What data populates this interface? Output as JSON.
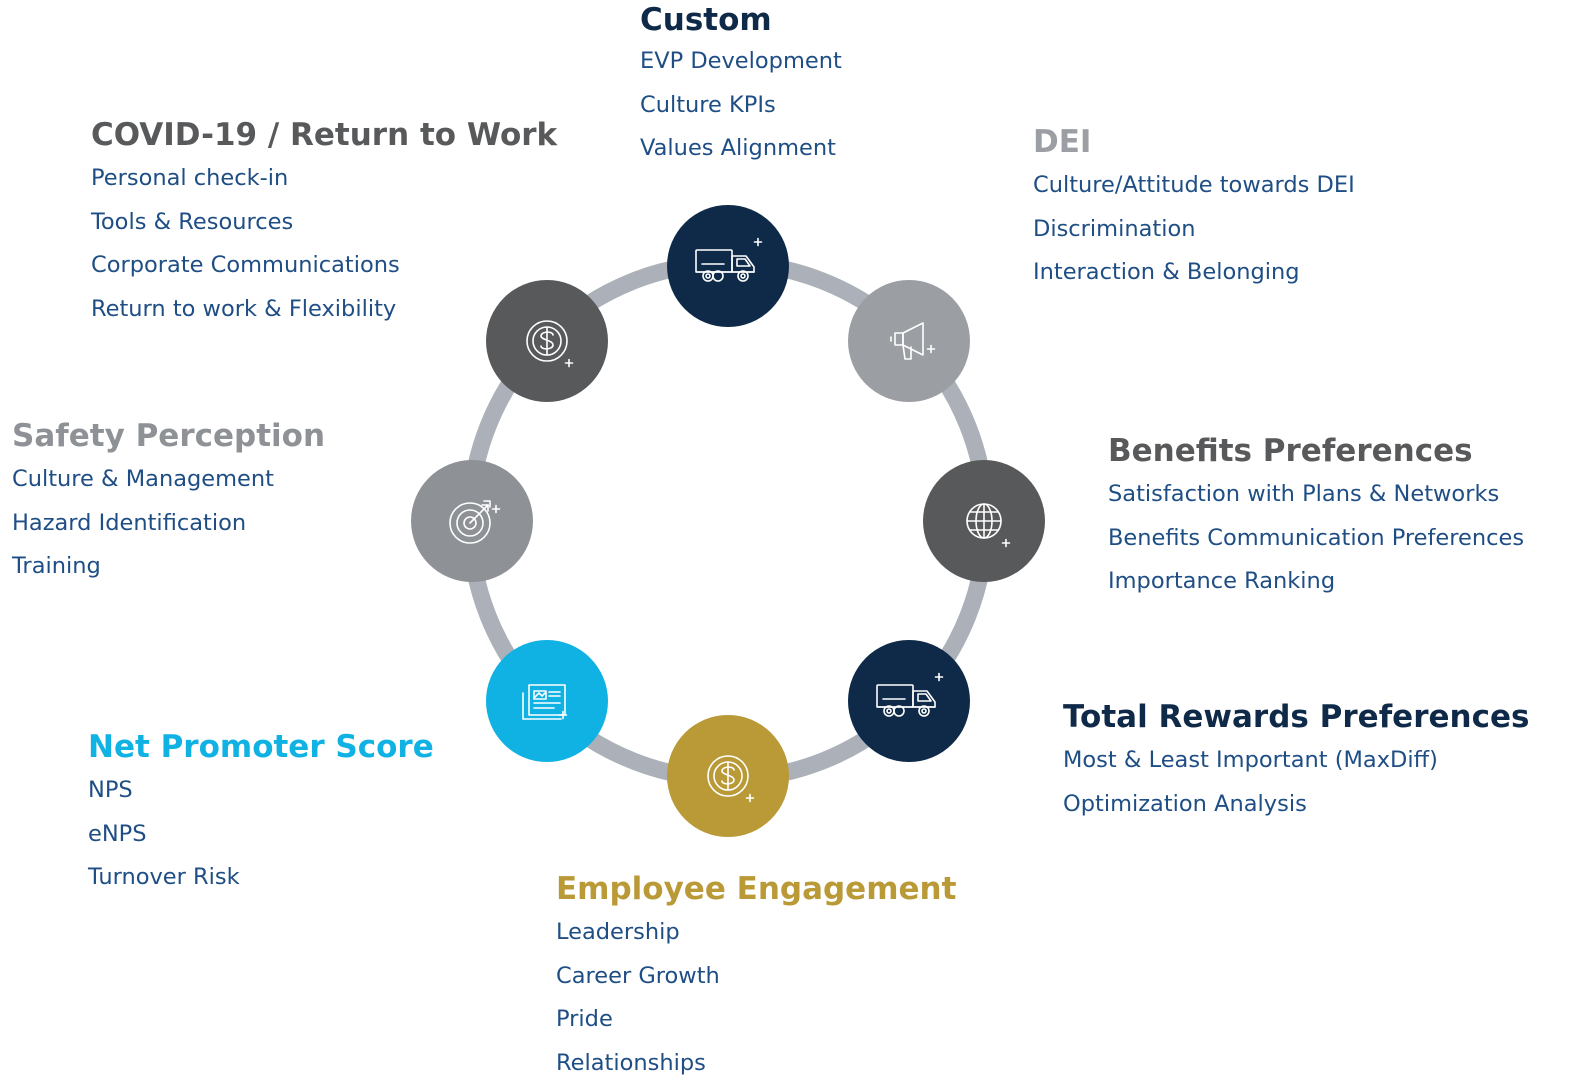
{
  "colors": {
    "ring": "#acb0b8",
    "navy": "#0f2a48",
    "dark_gray": "#58595b",
    "mid_gray": "#8e9196",
    "light_gray": "#9b9ea3",
    "cyan": "#0fb2e3",
    "gold": "#b99a37",
    "item_text": "#1f4e85"
  },
  "nodes": [
    {
      "key": "custom",
      "fill": "navy",
      "icon": "truck-icon"
    },
    {
      "key": "dei",
      "fill": "light_gray",
      "icon": "megaphone-icon"
    },
    {
      "key": "benefits",
      "fill": "dark_gray",
      "icon": "globe-icon"
    },
    {
      "key": "total_rewards",
      "fill": "navy",
      "icon": "truck-icon"
    },
    {
      "key": "engagement",
      "fill": "gold",
      "icon": "dollar-icon"
    },
    {
      "key": "nps",
      "fill": "cyan",
      "icon": "newspaper-icon"
    },
    {
      "key": "safety",
      "fill": "mid_gray",
      "icon": "target-icon"
    },
    {
      "key": "covid",
      "fill": "dark_gray",
      "icon": "dollar-icon"
    }
  ],
  "sections": {
    "custom": {
      "title": "Custom",
      "color": "#0f2a48",
      "items": [
        "EVP Development",
        "Culture KPIs",
        "Values Alignment"
      ]
    },
    "covid": {
      "title": "COVID-19 / Return to Work",
      "color": "#58595b",
      "items": [
        "Personal check-in",
        "Tools & Resources",
        "Corporate Communications",
        "Return to work & Flexibility"
      ]
    },
    "dei": {
      "title": "DEI",
      "color": "#9b9ea3",
      "items": [
        "Culture/Attitude towards DEI",
        "Discrimination",
        "Interaction & Belonging"
      ]
    },
    "benefits": {
      "title": "Benefits Preferences",
      "color": "#58595b",
      "items": [
        "Satisfaction with Plans & Networks",
        "Benefits Communication Preferences",
        "Importance Ranking"
      ]
    },
    "safety": {
      "title": "Safety Perception",
      "color": "#8e9196",
      "items": [
        "Culture & Management",
        "Hazard Identification",
        "Training"
      ]
    },
    "total_rewards": {
      "title": "Total Rewards Preferences",
      "color": "#0f2a48",
      "items": [
        "Most & Least Important (MaxDiff)",
        "Optimization Analysis"
      ]
    },
    "nps": {
      "title": "Net Promoter Score",
      "color": "#0fb2e3",
      "items": [
        "NPS",
        "eNPS",
        "Turnover Risk"
      ]
    },
    "engagement": {
      "title": "Employee Engagement",
      "color": "#b99a37",
      "items": [
        "Leadership",
        "Career Growth",
        "Pride",
        "Relationships"
      ]
    }
  }
}
